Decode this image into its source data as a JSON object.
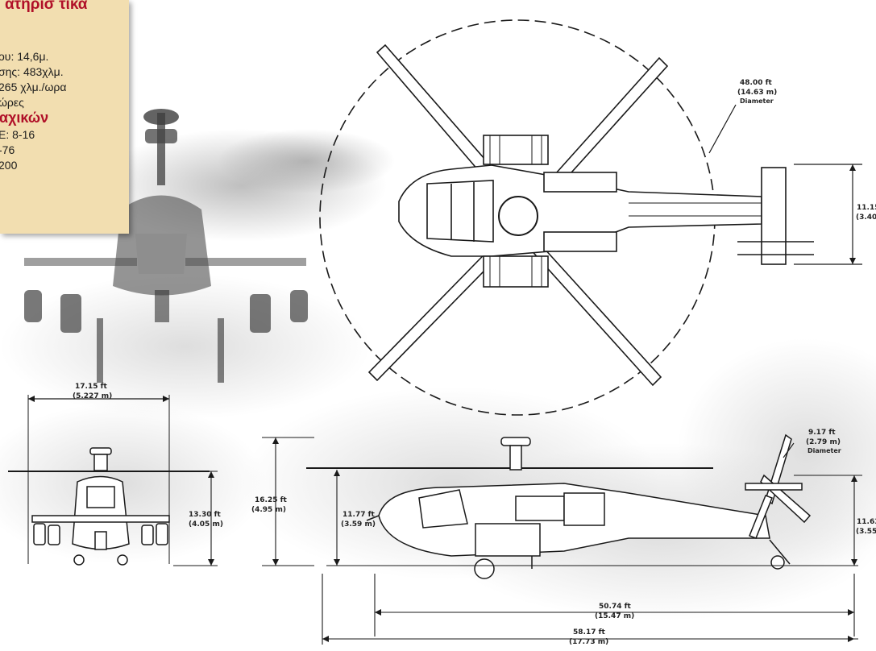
{
  "info_panel": {
    "heading_top": "ατηρισ τικα",
    "lines_a": [
      "ου: 14,6μ.",
      "σης: 483χλμ.",
      "265 χλμ./ωρα",
      "ώρες"
    ],
    "heading_weapons": "αχικών",
    "lines_b": [
      "Ε: 8-16",
      "-76",
      "200"
    ]
  },
  "dimensions": {
    "rotor_diameter": {
      "ft": "48.00 ft",
      "m": "(14.63 m)",
      "label": "Diameter"
    },
    "top_tail_width": {
      "ft": "11.15 f",
      "m": "(3.40 m"
    },
    "front_width": {
      "ft": "17.15 ft",
      "m": "(5.227 m)"
    },
    "front_height": {
      "ft": "13.30 ft",
      "m": "(4.05 m)"
    },
    "overall_height": {
      "ft": "16.25 ft",
      "m": "(4.95 m)"
    },
    "rotor_height": {
      "ft": "11.77 ft",
      "m": "(3.59 m)"
    },
    "tail_rotor_diameter": {
      "ft": "9.17 ft",
      "m": "(2.79 m)",
      "label": "Diameter"
    },
    "tail_height": {
      "ft": "11.63 f",
      "m": "(3.55 m"
    },
    "fuselage_length": {
      "ft": "50.74 ft",
      "m": "(15.47 m)"
    },
    "overall_length": {
      "ft": "58.17 ft",
      "m": "(17.73 m)"
    }
  },
  "colors": {
    "panel_bg": "#f2deb0",
    "heading": "#b01028",
    "line_art": "#1a1a1a"
  }
}
